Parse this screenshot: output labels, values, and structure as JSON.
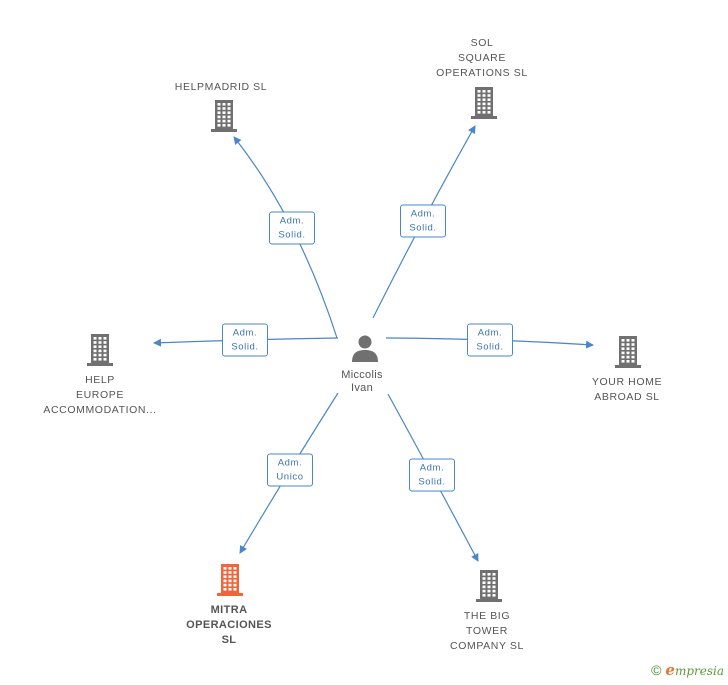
{
  "center": {
    "name": "Miccolis\nIvan",
    "icon": "person-icon"
  },
  "colors": {
    "edge": "#4a86c8",
    "building": "#707070",
    "highlight": "#f0653a"
  },
  "nodes": [
    {
      "id": "helpmadrid",
      "label": "HELPMADRID SL",
      "highlight": false
    },
    {
      "id": "sol",
      "label": "SOL\nSQUARE\nOPERATIONS SL",
      "highlight": false
    },
    {
      "id": "help-europe",
      "label": "HELP\nEUROPE\nACCOMMODATION...",
      "highlight": false
    },
    {
      "id": "your-home",
      "label": "YOUR HOME\nABROAD  SL",
      "highlight": false
    },
    {
      "id": "mitra",
      "label": "MITRA\nOPERACIONES\nSL",
      "highlight": true
    },
    {
      "id": "big-tower",
      "label": "THE BIG\nTOWER\nCOMPANY  SL",
      "highlight": false
    }
  ],
  "edges": [
    {
      "to": "helpmadrid",
      "label": "Adm.\nSolid."
    },
    {
      "to": "sol",
      "label": "Adm.\nSolid."
    },
    {
      "to": "help-europe",
      "label": "Adm.\nSolid."
    },
    {
      "to": "your-home",
      "label": "Adm.\nSolid."
    },
    {
      "to": "mitra",
      "label": "Adm.\nUnico"
    },
    {
      "to": "big-tower",
      "label": "Adm.\nSolid."
    }
  ],
  "footer": {
    "copyright": "©",
    "brand_initial": "e",
    "brand_rest": "mpresia"
  }
}
